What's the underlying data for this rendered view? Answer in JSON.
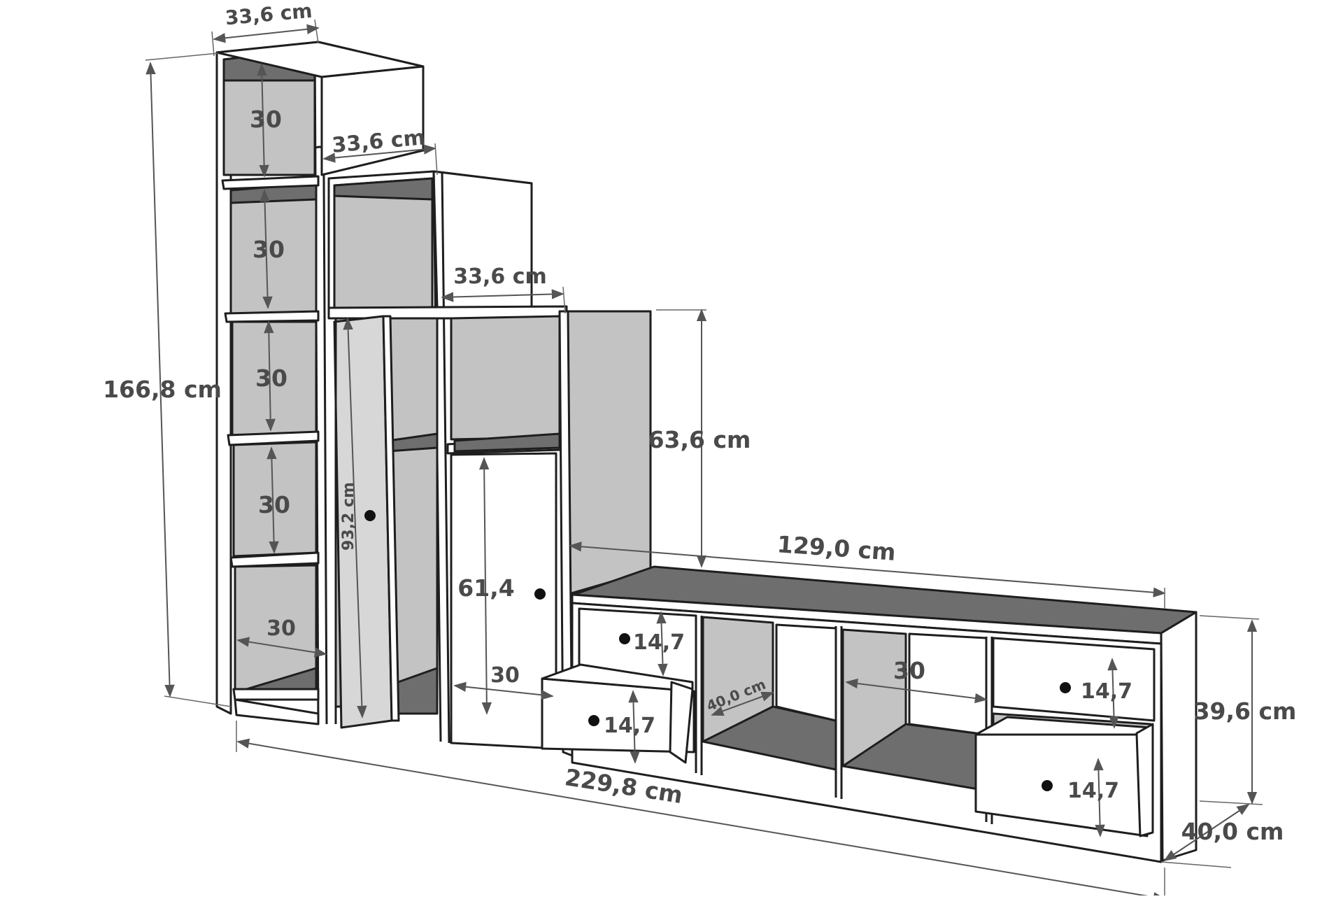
{
  "diagram": {
    "subject": "stepped bookcase with TV bench",
    "labels": {
      "top_width_1": "33,6 cm",
      "top_width_2": "33,6 cm",
      "top_width_3": "33,6 cm",
      "total_height": "166,8 cm",
      "shelf_1": "30",
      "shelf_2": "30",
      "shelf_3": "30",
      "shelf_4": "30",
      "inner_width_left": "30",
      "door_height": "93,2 cm",
      "section_height": "63,6 cm",
      "cabinet_door": "61,4",
      "inner_width_mid": "30",
      "bench_width": "129,0 cm",
      "drawer_left_top": "14,7",
      "drawer_left_bottom": "14,7",
      "bench_depth_inner": "40,0 cm",
      "bench_inner_width": "30",
      "drawer_right_top": "14,7",
      "drawer_right_bottom": "14,7",
      "bench_height": "39,6 cm",
      "total_width": "229,8 cm",
      "total_depth": "40,0 cm"
    }
  }
}
